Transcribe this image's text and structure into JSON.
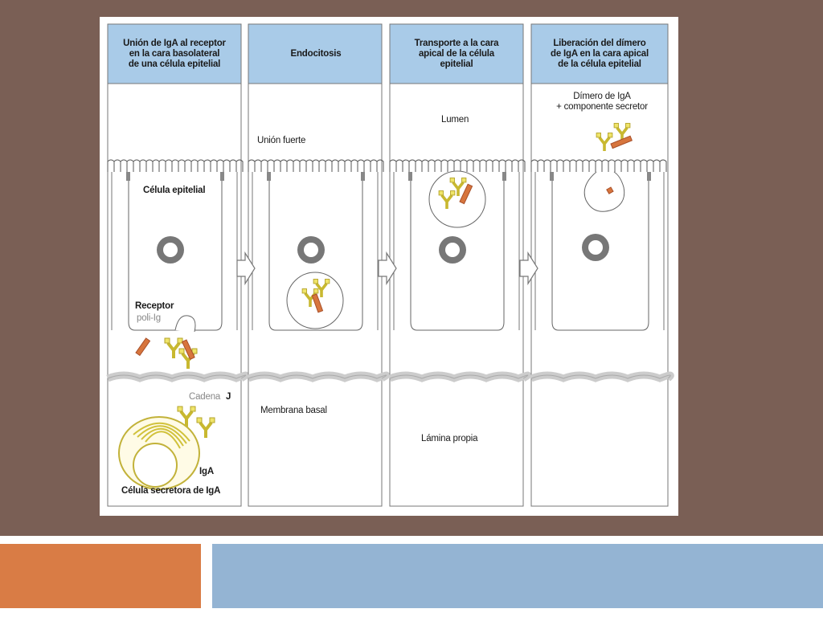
{
  "colors": {
    "slide_background": "#7a5f55",
    "accent_orange": "#d97c45",
    "accent_blue": "#94b4d3",
    "panel_header": "#a9cbe8",
    "membrane": "#cccccc",
    "antibody_yellow": "#efe46a",
    "secretory_component": "#d7753d"
  },
  "panels": [
    {
      "title_lines": [
        "Unión de IgA al receptor",
        "en la cara basolateral",
        "de una célula epitelial"
      ]
    },
    {
      "title_lines": [
        "Endocitosis"
      ]
    },
    {
      "title_lines": [
        "Transporte a la cara",
        "apical de la célula",
        "epitelial"
      ]
    },
    {
      "title_lines": [
        "Liberación del dímero",
        "de IgA en la cara apical",
        "de la célula epitelial"
      ]
    }
  ],
  "labels": {
    "celula_epitelial": "Célula epitelial",
    "receptor": "Receptor",
    "poli_ig": "poli-Ig",
    "cadena": "Cadena",
    "j": "J",
    "iga": "IgA",
    "celula_secretora": "Célula secretora de IgA",
    "union_fuerte": "Unión fuerte",
    "membrana_basal": "Membrana basal",
    "lumen": "Lumen",
    "lamina_propia": "Lámina propia",
    "dimero_line1": "Dímero de IgA",
    "dimero_line2": "+ componente secretor"
  }
}
